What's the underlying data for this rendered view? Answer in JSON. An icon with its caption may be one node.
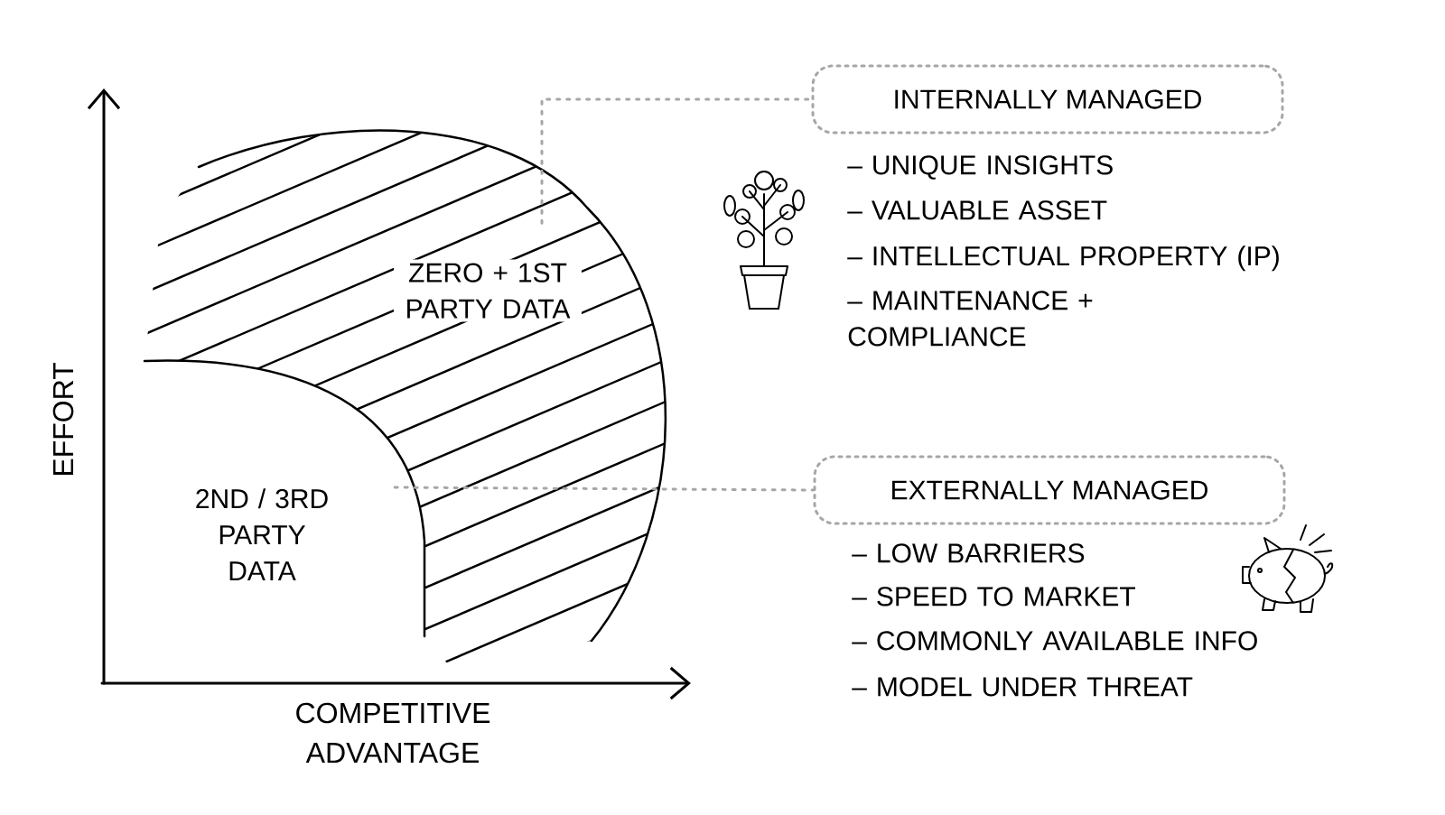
{
  "diagram": {
    "nodes": [
      {
        "text": [
          "INTERNALLY MANAGED"
        ]
      },
      {
        "text": [
          "EXTERNALLY MANAGED"
        ]
      },
      {
        "text": [
          "ZERO + 1ST PARTY DATA"
        ]
      },
      {
        "text": [
          "2ND / 3RD PARTY DATA"
        ]
      }
    ],
    "edges": [
      {
        "from": 2,
        "to": 0,
        "arrow": "none",
        "style": "dashed"
      },
      {
        "from": 3,
        "to": 1,
        "arrow": "none",
        "style": "dashed"
      }
    ],
    "labels": [
      "EFFORT",
      "COMPETITIVE ADVANTAGE",
      "– UNIQUE INSIGHTS",
      "– VALUABLE ASSET",
      "– INTELLECTUAL PROPERTY (IP)",
      "– MAINTENANCE + COMPLIANCE",
      "– LOW BARRIERS",
      "– SPEED TO MARKET",
      "– COMMONLY AVAILABLE INFO",
      "– MODEL UNDER THREAT"
    ]
  }
}
